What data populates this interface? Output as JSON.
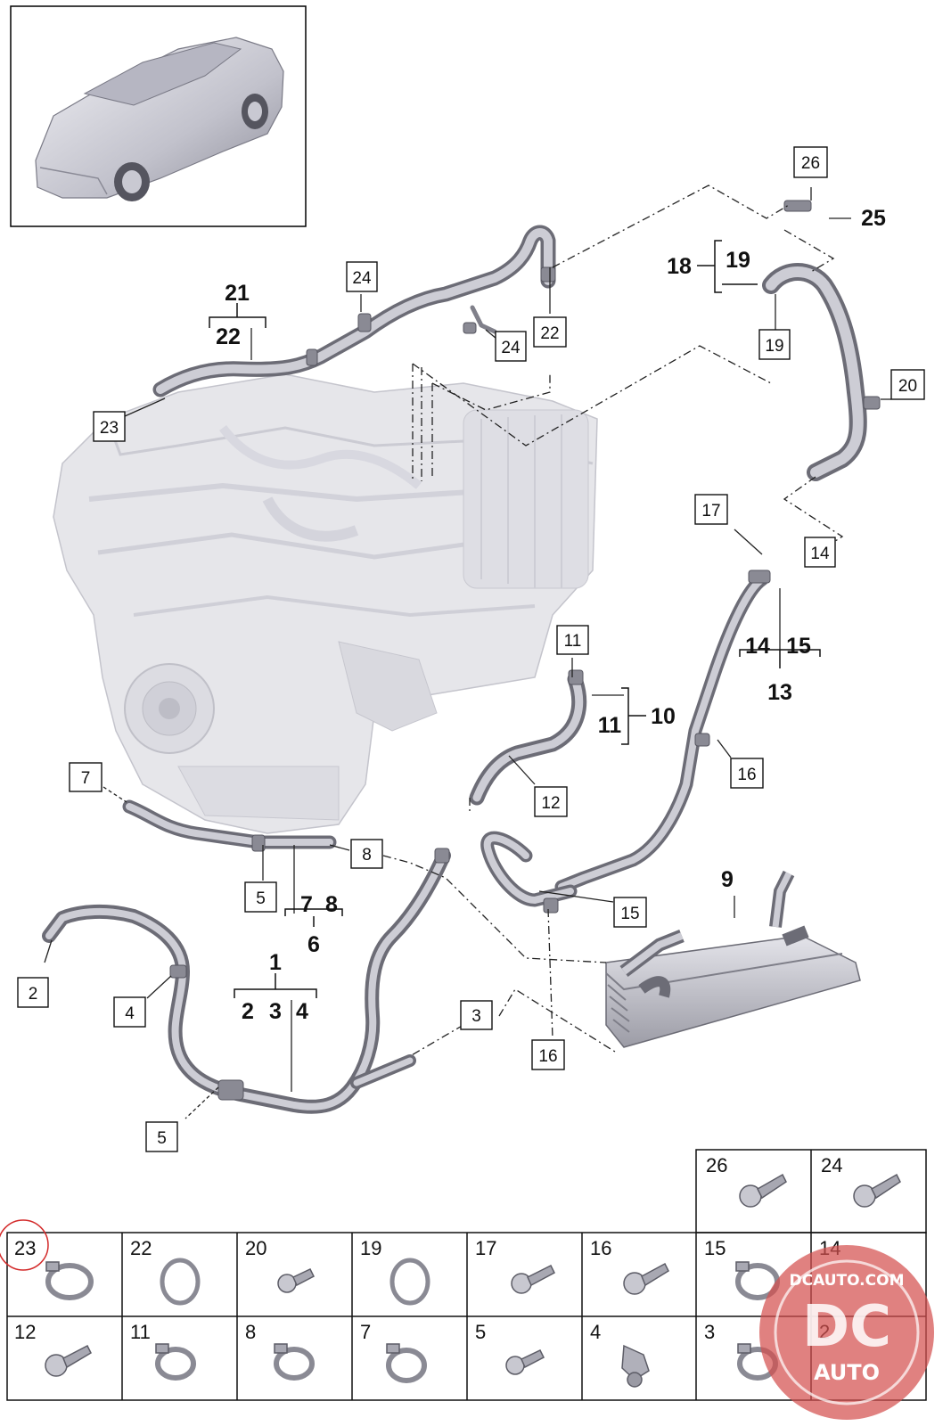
{
  "callouts": {
    "c26": "26",
    "c25": "25",
    "c24a": "24",
    "c24b": "24",
    "c21": "21",
    "c22a": "22",
    "c22b": "22",
    "c18": "18",
    "c19a": "19",
    "c19b": "19",
    "c20": "20",
    "c23": "23",
    "c17": "17",
    "c14a": "14",
    "c14b": "14",
    "c15a": "15",
    "c13": "13",
    "c11a": "11",
    "c11b": "11",
    "c10": "10",
    "c12": "12",
    "c16a": "16",
    "c7a": "7",
    "c8a": "8",
    "c9": "9",
    "c5a": "5",
    "c7b": "7",
    "c8b": "8",
    "c6": "6",
    "c15b": "15",
    "c2a": "2",
    "c1": "1",
    "c2b": "2",
    "c3a": "3",
    "c4a": "4",
    "c4b": "4",
    "c3b": "3",
    "c16b": "16",
    "c5b": "5"
  },
  "parts_table": {
    "top_row": [
      "26",
      "24"
    ],
    "row1": [
      "23",
      "22",
      "20",
      "19",
      "17",
      "16",
      "15",
      "14"
    ],
    "row2": [
      "12",
      "11",
      "8",
      "7",
      "5",
      "4",
      "3",
      "2"
    ]
  },
  "watermark": {
    "brand": "DCAUTO.COM",
    "letters": "DC",
    "word": "AUTO"
  },
  "colors": {
    "hose": "#9a9aa4",
    "hose_light": "#d6d6dc",
    "engine": "#e6e6ea",
    "highlight_circle": "#d32a2a",
    "watermark": "#d4504f"
  }
}
